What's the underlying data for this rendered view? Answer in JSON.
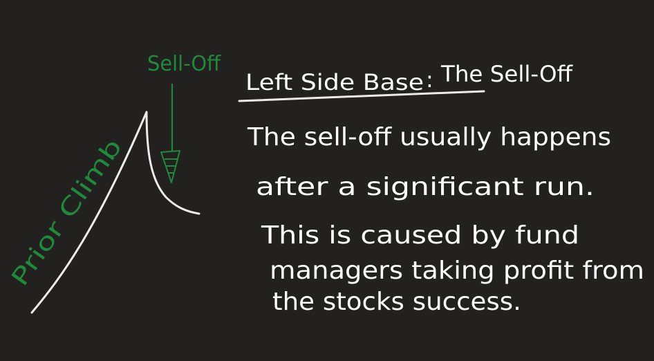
{
  "diagram": {
    "labels": {
      "peak": "Sell-Off",
      "left_slope": "Prior Climb"
    },
    "title": {
      "left": "Left Side Base",
      "separator": ":",
      "right": "The Sell-Off"
    },
    "body_lines": [
      "The sell-off usually happens",
      "after a significant run.",
      "This is caused by fund",
      "managers taking profit from",
      "the stocks success."
    ],
    "colors": {
      "background": "#222120",
      "ink": "#ffffff",
      "accent": "#1f8a3a"
    }
  }
}
